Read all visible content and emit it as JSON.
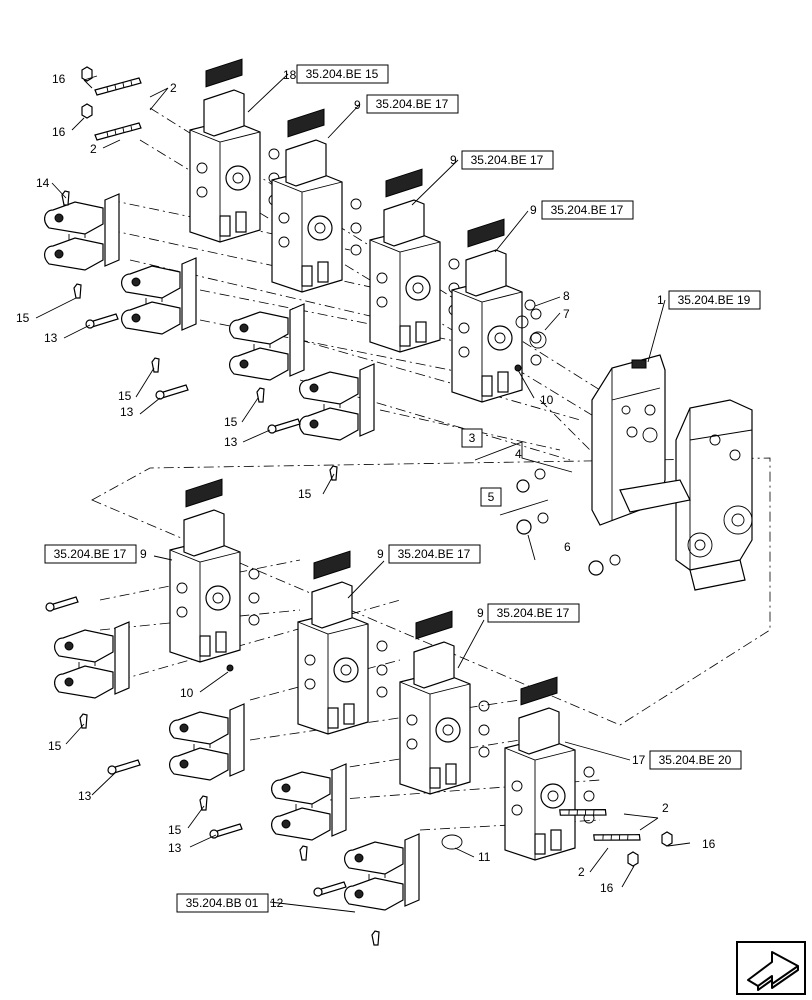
{
  "callouts": {
    "c18": "18",
    "c9a": "9",
    "c9b": "9",
    "c9c": "9",
    "c1": "1",
    "c9d": "9",
    "c9e": "9",
    "c9f": "9",
    "c17": "17",
    "c12": "12",
    "c16a": "16",
    "c16b": "16",
    "c16c": "16",
    "c16d": "16",
    "c2a": "2",
    "c2b": "2",
    "c2c": "2",
    "c2d": "2",
    "c14": "14",
    "c15a": "15",
    "c15b": "15",
    "c15c": "15",
    "c15d": "15",
    "c15e": "15",
    "c15f": "15",
    "c13a": "13",
    "c13b": "13",
    "c13c": "13",
    "c13d": "13",
    "c13e": "13",
    "c8": "8",
    "c7": "7",
    "c10a": "10",
    "c10b": "10",
    "c3": "3",
    "c4": "4",
    "c5": "5",
    "c6": "6",
    "c11": "11"
  },
  "refs": {
    "r18": "35.204.BE 15",
    "r9a": "35.204.BE 17",
    "r9b": "35.204.BE 17",
    "r9c": "35.204.BE 17",
    "r1": "35.204.BE 19",
    "r9d": "35.204.BE 17",
    "r9e": "35.204.BE 17",
    "r9f": "35.204.BE 17",
    "r17": "35.204.BE 20",
    "r12": "35.204.BB 01"
  },
  "nav": {
    "icon": "next-page-arrow"
  }
}
